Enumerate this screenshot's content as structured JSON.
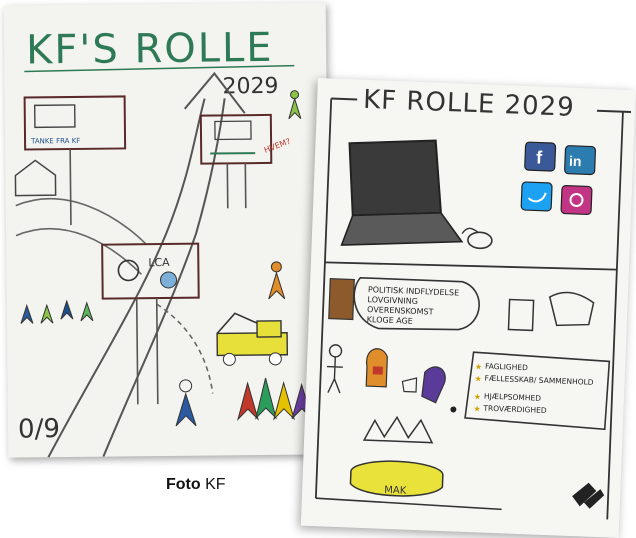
{
  "caption": {
    "label": "Foto",
    "credit": "KF"
  },
  "left_sheet": {
    "title": "KF'S ROLLE",
    "year": "2029",
    "corner_text": "0/9",
    "sign_top_left": "TANKE FRA KF",
    "sign_middle": "LCA"
  },
  "right_sheet": {
    "title": "KF ROLLE 2029",
    "bullets": [
      "POLITISK INDFLYDELSE",
      "LOVGIVNING",
      "OVERENSKOMST",
      "KLOGE AGE"
    ],
    "values": [
      "FAGLIGHED",
      "FÆLLESSKAB/ SAMMENHOLD",
      "HJÆLPSOMHED",
      "TROVÆRDIGHED"
    ],
    "pot_label": "MAK",
    "social": [
      "facebook-icon",
      "linkedin-icon",
      "twitter-icon",
      "instagram-icon"
    ],
    "colors": {
      "facebook": "#3b5998",
      "linkedin": "#2c7cb0",
      "twitter": "#1da1f2",
      "instagram": "#c13584"
    }
  }
}
